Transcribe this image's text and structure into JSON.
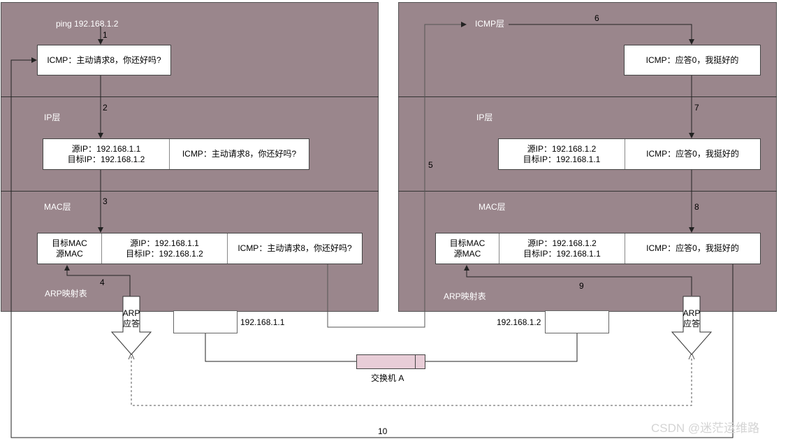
{
  "left": {
    "command": "ping 192.168.1.2",
    "icmp_box": "ICMP：主动请求8，你还好吗?",
    "ip_layer": "IP层",
    "ip_box": {
      "src": "源IP：192.168.1.1",
      "dst": "目标IP：192.168.1.2",
      "icmp": "ICMP：主动请求8，你还好吗?"
    },
    "mac_layer": "MAC层",
    "mac_box": {
      "dst_mac": "目标MAC",
      "src_mac": "源MAC",
      "src": "源IP：192.168.1.1",
      "dst": "目标IP：192.168.1.2",
      "icmp": "ICMP：主动请求8，你还好吗?"
    },
    "arp_table": "ARP映射表",
    "arp_reply_line1": "ARP",
    "arp_reply_line2": "应答",
    "ip_addr": "192.168.1.1"
  },
  "right": {
    "icmp_layer": "ICMP层",
    "icmp_box": "ICMP：应答0，我挺好的",
    "ip_layer": "IP层",
    "ip_box": {
      "src": "源IP：192.168.1.2",
      "dst": "目标IP：192.168.1.1",
      "icmp": "ICMP：应答0，我挺好的"
    },
    "mac_layer": "MAC层",
    "mac_box": {
      "dst_mac": "目标MAC",
      "src_mac": "源MAC",
      "src": "源IP：192.168.1.2",
      "dst": "目标IP：192.168.1.1",
      "icmp": "ICMP：应答0，我挺好的"
    },
    "arp_table": "ARP映射表",
    "arp_reply_line1": "ARP",
    "arp_reply_line2": "应答",
    "ip_addr": "192.168.1.2"
  },
  "switch_label": "交换机 A",
  "steps": [
    "1",
    "2",
    "3",
    "4",
    "5",
    "6",
    "7",
    "8",
    "9",
    "10"
  ],
  "watermark": "CSDN @迷茫运维路",
  "colors": {
    "panel": "#9a868c",
    "switch": "#e8cdd7",
    "line": "#222222"
  }
}
